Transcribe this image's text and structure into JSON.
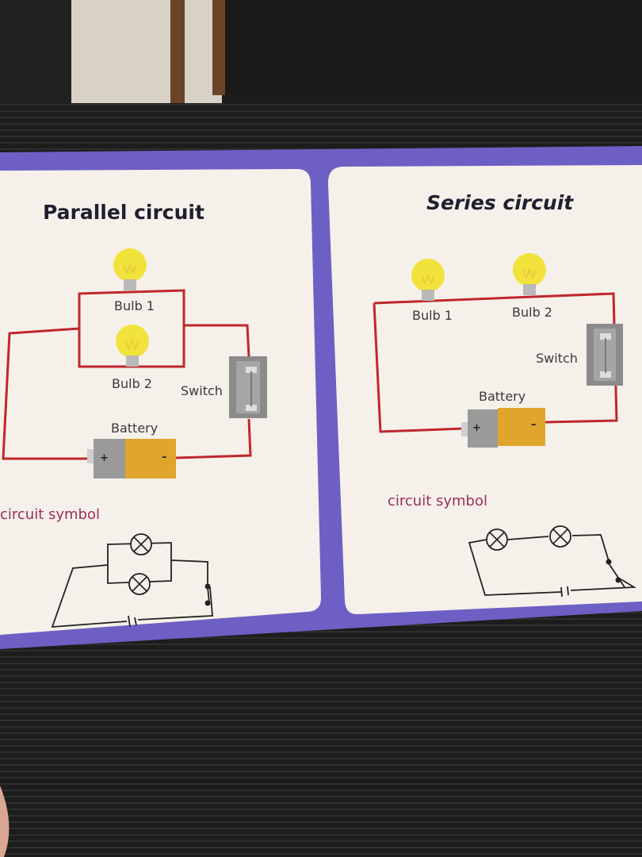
{
  "parallel": {
    "title": "Parallel circuit",
    "bulb1_label": "Bulb 1",
    "bulb2_label": "Bulb 2",
    "switch_label": "Switch",
    "battery_label": "Battery",
    "battery_plus": "+",
    "battery_minus": "–",
    "symbol_label": "circuit symbol"
  },
  "series": {
    "title": "Series circuit",
    "bulb1_label": "Bulb 1",
    "bulb2_label": "Bulb 2",
    "switch_label": "Switch",
    "battery_label": "Battery",
    "battery_plus": "+",
    "battery_minus": "–",
    "symbol_label": "circuit symbol"
  },
  "colors": {
    "card_border": "#6e5fc4",
    "card_panel": "#f5f1ea",
    "wire": "#c0272d",
    "bulb": "#f2e23c",
    "battery_gray": "#9a9a9a",
    "battery_gold": "#e0a62c",
    "switch_body": "#8b8b8b",
    "symbol_text": "#9b2f57"
  }
}
